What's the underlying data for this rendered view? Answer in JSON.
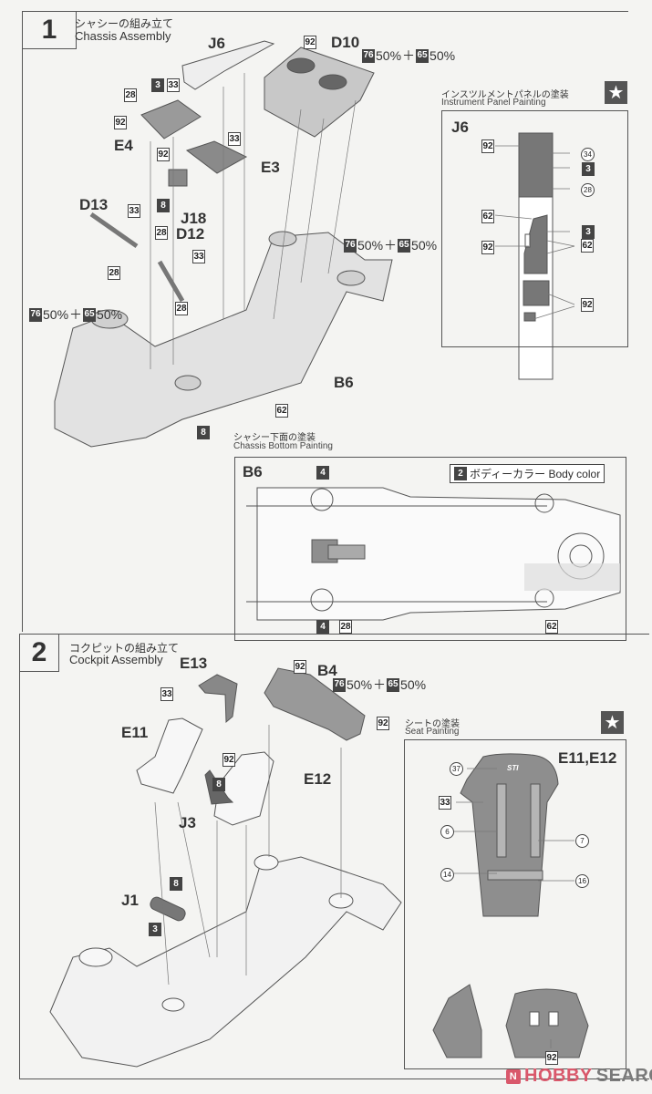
{
  "step1": {
    "number": "1",
    "title_jp": "シャシーの組み立て",
    "title_en": "Chassis Assembly",
    "parts": [
      "J6",
      "D10",
      "E3",
      "E4",
      "D13",
      "D12",
      "J18",
      "B6"
    ],
    "callouts": {
      "e4_28": "28",
      "e4_3": "3",
      "e4_33": "33",
      "e4_92": "92",
      "e3_33": "33",
      "j18_92": "92",
      "j18_8": "8",
      "d13_33": "33",
      "d13_28": "28",
      "d12_28a": "28",
      "d12_33": "33",
      "d12_28b": "28",
      "d10_92": "92",
      "floor_8": "8",
      "floor_62": "62"
    },
    "mix_label": {
      "a": "76",
      "a_pct": "50%",
      "plus": "＋",
      "b": "65",
      "b_pct": "50%"
    }
  },
  "instrument_panel": {
    "title_jp": "インスツルメントパネルの塗装",
    "title_en": "Instrument Panel Painting",
    "part": "J6",
    "callouts": [
      "92",
      "34",
      "3",
      "28",
      "62",
      "3",
      "92",
      "62",
      "92"
    ]
  },
  "chassis_bottom": {
    "title_jp": "シャシー下面の塗装",
    "title_en": "Chassis Bottom Painting",
    "part": "B6",
    "body_color_num": "2",
    "body_color_label": "ボディーカラー Body color",
    "callouts": {
      "top4": "4",
      "bottom4": "4",
      "c28": "28",
      "c62": "62"
    }
  },
  "step2": {
    "number": "2",
    "title_jp": "コクピットの組み立て",
    "title_en": "Cockpit Assembly",
    "parts": [
      "E13",
      "B4",
      "E11",
      "E12",
      "J3",
      "J1"
    ],
    "callouts": {
      "e13_33": "33",
      "b4_92a": "92",
      "b4_92b": "92",
      "j3_92": "92",
      "j3_8": "8",
      "j1_8": "8",
      "j1_3": "3"
    }
  },
  "seat_painting": {
    "title_jp": "シートの塗装",
    "title_en": "Seat Painting",
    "part": "E11,E12",
    "logo": "STI",
    "callouts": {
      "c37": "37",
      "c33": "33",
      "c6": "6",
      "c7": "7",
      "c14": "14",
      "c16": "16",
      "c92": "92"
    }
  },
  "watermark": {
    "a": "HOBBY",
    "b": "SEARCH",
    "logo": "N"
  },
  "icons": {
    "star": "★"
  }
}
